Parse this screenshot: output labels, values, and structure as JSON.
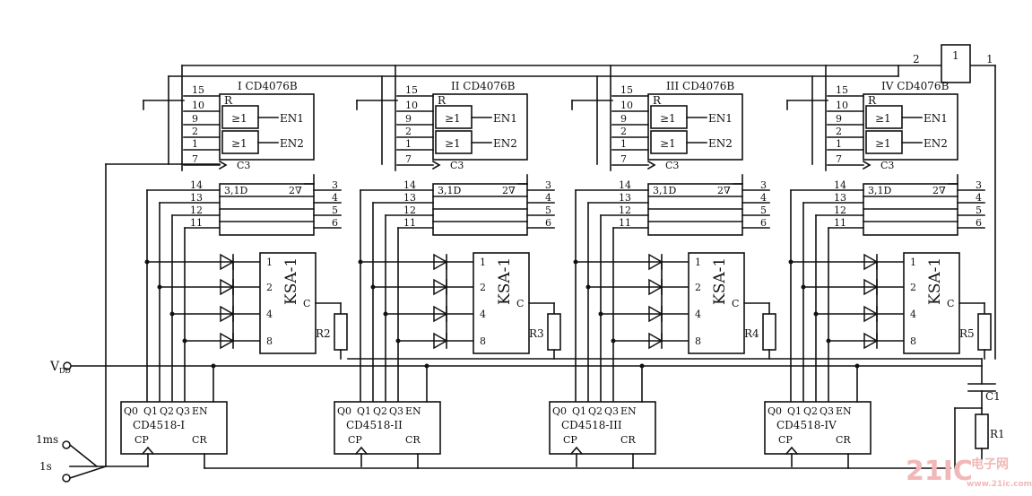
{
  "stages": [
    {
      "latch": "I CD4076B",
      "latch_pins": [
        "15",
        "10",
        "9",
        "2",
        "1",
        "7"
      ],
      "gate_label": "≥1",
      "enables": [
        "EN1",
        "EN2"
      ],
      "r_label": "R",
      "clk_label": "C3",
      "d_label": "3,1D",
      "q_label": "2∇",
      "out_pins": [
        "3",
        "4",
        "5",
        "6"
      ],
      "in_pins": [
        "14",
        "13",
        "12",
        "11"
      ],
      "ksa": "KSA-1",
      "ksa_pins": [
        "1",
        "2",
        "4",
        "8"
      ],
      "ksa_c": "C",
      "resistor": "R2",
      "counter": "CD4518-I",
      "counter_outputs": [
        "Q0",
        "Q1",
        "Q2",
        "Q3",
        "EN"
      ],
      "counter_inputs": [
        "CP",
        "CR"
      ]
    },
    {
      "latch": "II CD4076B",
      "latch_pins": [
        "15",
        "10",
        "9",
        "2",
        "1",
        "7"
      ],
      "gate_label": "≥1",
      "enables": [
        "EN1",
        "EN2"
      ],
      "r_label": "R",
      "clk_label": "C3",
      "d_label": "3,1D",
      "q_label": "2∇",
      "out_pins": [
        "3",
        "4",
        "5",
        "6"
      ],
      "in_pins": [
        "14",
        "13",
        "12",
        "11"
      ],
      "ksa": "KSA-1",
      "ksa_pins": [
        "1",
        "2",
        "4",
        "8"
      ],
      "ksa_c": "C",
      "resistor": "R3",
      "counter": "CD4518-II",
      "counter_outputs": [
        "Q0",
        "Q1",
        "Q2",
        "Q3",
        "EN"
      ],
      "counter_inputs": [
        "CP",
        "CR"
      ]
    },
    {
      "latch": "III CD4076B",
      "latch_pins": [
        "15",
        "10",
        "9",
        "2",
        "1",
        "7"
      ],
      "gate_label": "≥1",
      "enables": [
        "EN1",
        "EN2"
      ],
      "r_label": "R",
      "clk_label": "C3",
      "d_label": "3,1D",
      "q_label": "2∇",
      "out_pins": [
        "3",
        "4",
        "5",
        "6"
      ],
      "in_pins": [
        "14",
        "13",
        "12",
        "11"
      ],
      "ksa": "KSA-1",
      "ksa_pins": [
        "1",
        "2",
        "4",
        "8"
      ],
      "ksa_c": "C",
      "resistor": "R4",
      "counter": "CD4518-III",
      "counter_outputs": [
        "Q0",
        "Q1",
        "Q2",
        "Q3",
        "EN"
      ],
      "counter_inputs": [
        "CP",
        "CR"
      ]
    },
    {
      "latch": "IV CD4076B",
      "latch_pins": [
        "15",
        "10",
        "9",
        "2",
        "1",
        "7"
      ],
      "gate_label": "≥1",
      "enables": [
        "EN1",
        "EN2"
      ],
      "r_label": "R",
      "clk_label": "C3",
      "d_label": "3,1D",
      "q_label": "2∇",
      "out_pins": [
        "3",
        "4",
        "5",
        "6"
      ],
      "in_pins": [
        "14",
        "13",
        "12",
        "11"
      ],
      "ksa": "KSA-1",
      "ksa_pins": [
        "1",
        "2",
        "4",
        "8"
      ],
      "ksa_c": "C",
      "resistor": "R5",
      "counter": "CD4518-IV",
      "counter_outputs": [
        "Q0",
        "Q1",
        "Q2",
        "Q3",
        "EN"
      ],
      "counter_inputs": [
        "CP",
        "CR"
      ]
    }
  ],
  "inverter": {
    "label": "1",
    "pin_in": "2",
    "pin_out": "1"
  },
  "supply": {
    "label_main": "V",
    "label_sub": "DD"
  },
  "inputs": {
    "ms": "1ms",
    "s": "1s"
  },
  "capacitor": "C1",
  "resistor_r1": "R1",
  "watermark": {
    "main": "21IC",
    "cn": "电子网",
    "url": "www.21ic.com"
  }
}
